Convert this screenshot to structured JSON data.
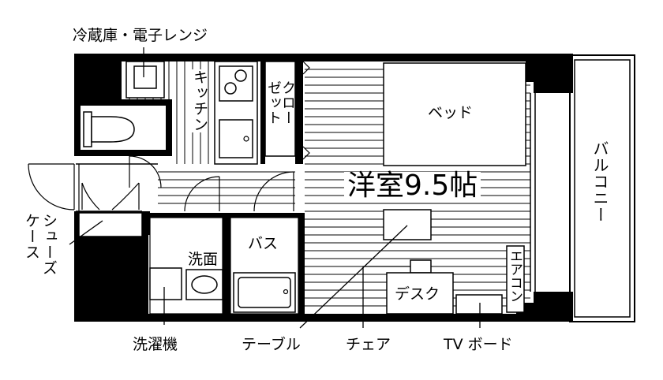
{
  "plan": {
    "labels": {
      "fridge": "冷蔵庫・電子レンジ",
      "kitchen": "キッチン",
      "closet_1": "クロー",
      "closet_2": "ゼット",
      "bed": "ベッド",
      "room": "洋室9.5帖",
      "balcony": "バルコニー",
      "bath": "バス",
      "washbasin": "洗面",
      "shoe_case_1": "シューズ",
      "shoe_case_2": "ケース",
      "aircon": "エアコン",
      "desk": "デスク",
      "washer": "洗濯機",
      "table": "テーブル",
      "chair": "チェア",
      "tv_board": "TV ボード"
    },
    "colors": {
      "wall": "#000000",
      "line": "#000000",
      "background": "#ffffff"
    }
  }
}
